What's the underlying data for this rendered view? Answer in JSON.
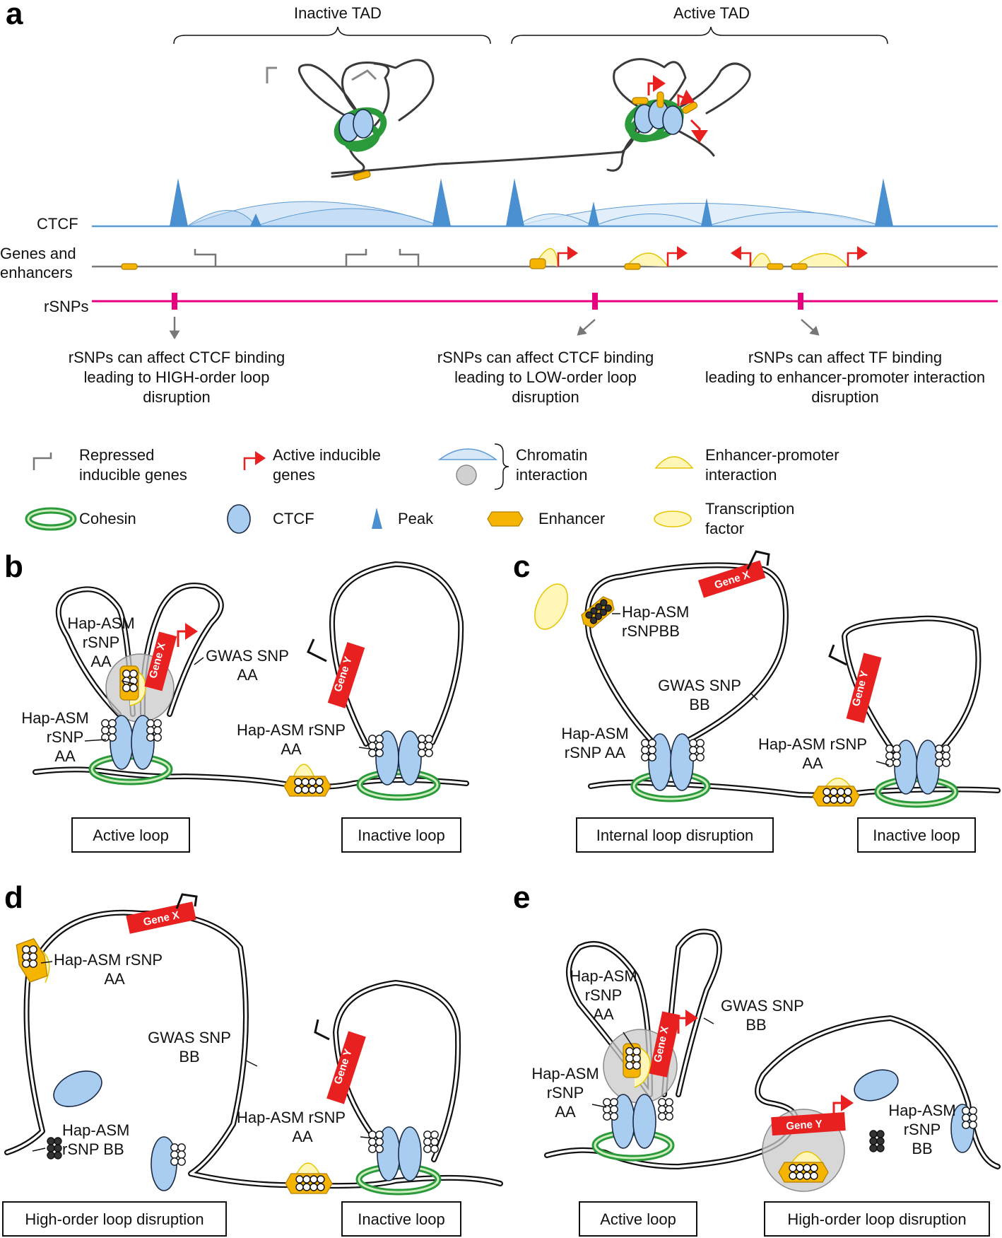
{
  "panel_a": {
    "label": "a",
    "inactive_tad": "Inactive TAD",
    "active_tad": "Active TAD",
    "track_ctcf": "CTCF",
    "track_genes_1": "Genes and",
    "track_genes_2": "enhancers",
    "track_rsnps": "rSNPs",
    "note1": [
      "rSNPs can affect CTCF binding",
      "leading to HIGH-order loop",
      "disruption"
    ],
    "note2": [
      "rSNPs can affect CTCF binding",
      "leading to LOW-order loop",
      "disruption"
    ],
    "note3": [
      "rSNPs can affect TF binding",
      "leading to enhancer-promoter interaction",
      "disruption"
    ],
    "colors": {
      "ctcf_line": "#5b9bd5",
      "rsnp_line": "#e6007e",
      "gene_line": "#777777",
      "active_gene": "#e8201f"
    }
  },
  "legend": {
    "repressed_1": "Repressed",
    "repressed_2": "inducible genes",
    "active_1": "Active inducible",
    "active_2": "genes",
    "chromatin_1": "Chromatin",
    "chromatin_2": "interaction",
    "ep_1": "Enhancer-promoter",
    "ep_2": "interaction",
    "cohesin": "Cohesin",
    "ctcf": "CTCF",
    "peak": "Peak",
    "enhancer": "Enhancer",
    "tf_1": "Transcription",
    "tf_2": "factor"
  },
  "panel_b": {
    "label": "b",
    "hap1": [
      "Hap-ASM",
      "rSNP",
      "AA"
    ],
    "hap2": [
      "Hap-ASM",
      "rSNP",
      "AA"
    ],
    "gwas": [
      "GWAS SNP",
      "AA"
    ],
    "hap3": [
      "Hap-ASM rSNP",
      "AA"
    ],
    "gene_x": "Gene X",
    "gene_y": "Gene Y",
    "box1": "Active loop",
    "box2": "Inactive loop"
  },
  "panel_c": {
    "label": "c",
    "hap1": [
      "Hap-ASM",
      "rSNPBB"
    ],
    "gwas": [
      "GWAS SNP",
      "BB"
    ],
    "hap2": [
      "Hap-ASM",
      "rSNP AA"
    ],
    "hap3": [
      "Hap-ASM rSNP",
      "AA"
    ],
    "gene_x": "Gene X",
    "gene_y": "Gene Y",
    "box1": "Internal loop disruption",
    "box2": "Inactive loop"
  },
  "panel_d": {
    "label": "d",
    "hap1": [
      "Hap-ASM rSNP",
      "AA"
    ],
    "gwas": [
      "GWAS SNP",
      "BB"
    ],
    "hap2": [
      "Hap-ASM",
      "rSNP BB"
    ],
    "hap3": [
      "Hap-ASM rSNP",
      "AA"
    ],
    "gene_x": "Gene X",
    "gene_y": "Gene Y",
    "box1": "High-order loop disruption",
    "box2": "Inactive loop"
  },
  "panel_e": {
    "label": "e",
    "hap1": [
      "Hap-ASM",
      "rSNP",
      "AA"
    ],
    "hap2": [
      "Hap-ASM",
      "rSNP",
      "AA"
    ],
    "gwas": [
      "GWAS SNP",
      "BB"
    ],
    "hap3": [
      "Hap-ASM",
      "rSNP",
      "BB"
    ],
    "gene_x": "Gene X",
    "gene_y": "Gene Y",
    "box1": "Active loop",
    "box2": "High-order loop disruption"
  }
}
